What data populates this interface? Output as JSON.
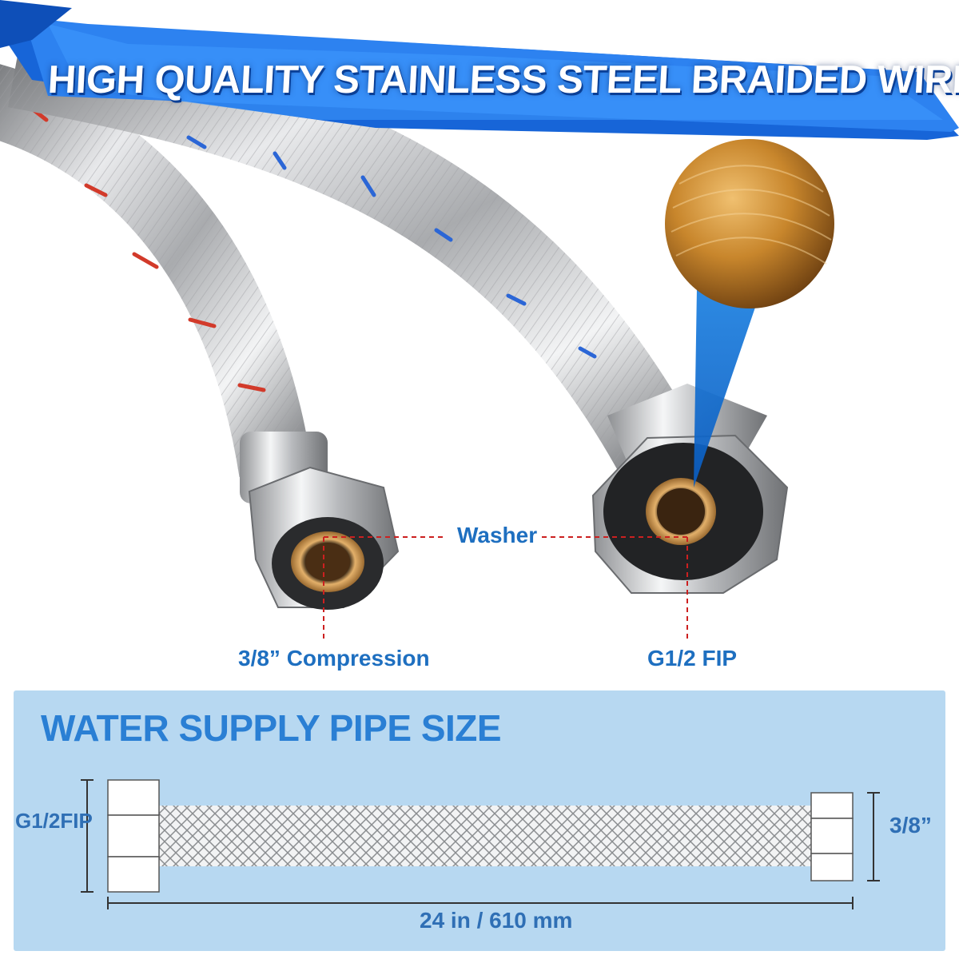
{
  "banner": {
    "title": "HIGH QUALITY STAINLESS STEEL BRAIDED WIRE",
    "color": "#1f6fe0"
  },
  "photo": {
    "washer_label": "Washer",
    "left_fitting_label": "3/8” Compression",
    "right_fitting_label": "G1/2 FIP",
    "hot_stripe_color": "#d23a2a",
    "cold_stripe_color": "#2b66d6",
    "leader_line_color": "#cc2020"
  },
  "size_panel": {
    "title": "WATER SUPPLY PIPE SIZE",
    "left_dimension": "G1/2FIP",
    "right_dimension": "3/8”",
    "length": "24 in / 610 mm",
    "background": "#b7d8f1"
  }
}
